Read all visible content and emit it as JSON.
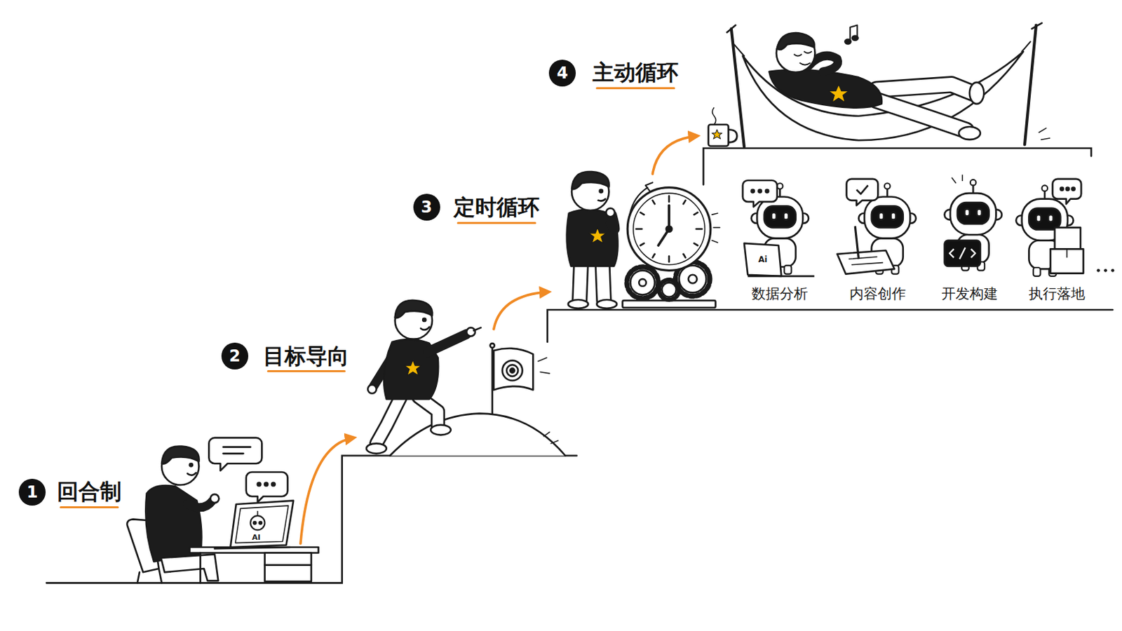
{
  "diagram": {
    "nodes": [
      {
        "text": [
          "1",
          "回合制"
        ]
      },
      {
        "text": [
          "2",
          "目标导向"
        ]
      },
      {
        "text": [
          "3",
          "定时循环"
        ]
      },
      {
        "text": [
          "4",
          "主动循环"
        ]
      }
    ],
    "labels": [
      "AI",
      "数据分析",
      "内容创作",
      "开发构建",
      "执行落地",
      "Ai"
    ]
  }
}
